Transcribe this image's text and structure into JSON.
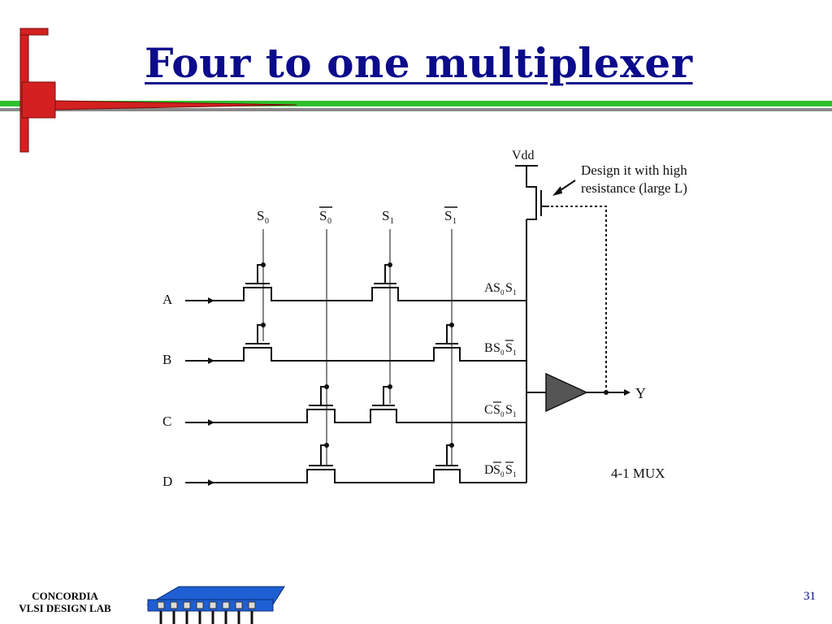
{
  "slide": {
    "title": "Four to one multiplexer",
    "page_number": "31",
    "footer_line1": "CONCORDIA",
    "footer_line2": "VLSI DESIGN LAB"
  },
  "diagram": {
    "supply": "Vdd",
    "note_line1": "Design it with high",
    "note_line2": "resistance (large L)",
    "inputs": [
      "A",
      "B",
      "C",
      "D"
    ],
    "selects": [
      {
        "base": "S",
        "sub": "0",
        "bar": false
      },
      {
        "base": "S",
        "sub": "0",
        "bar": true
      },
      {
        "base": "S",
        "sub": "1",
        "bar": false
      },
      {
        "base": "S",
        "sub": "1",
        "bar": true
      }
    ],
    "terms": [
      {
        "prefix": "A",
        "bar0": false,
        "bar1": false
      },
      {
        "prefix": "B",
        "bar0": false,
        "bar1": true
      },
      {
        "prefix": "C",
        "bar0": true,
        "bar1": false
      },
      {
        "prefix": "D",
        "bar0": true,
        "bar1": true
      }
    ],
    "output": "Y",
    "caption": "4-1 MUX"
  },
  "colors": {
    "title": "#0b0b8c",
    "accent_red": "#d42020",
    "accent_green": "#2fbf2f",
    "logo_blue": "#1f5fd4"
  }
}
